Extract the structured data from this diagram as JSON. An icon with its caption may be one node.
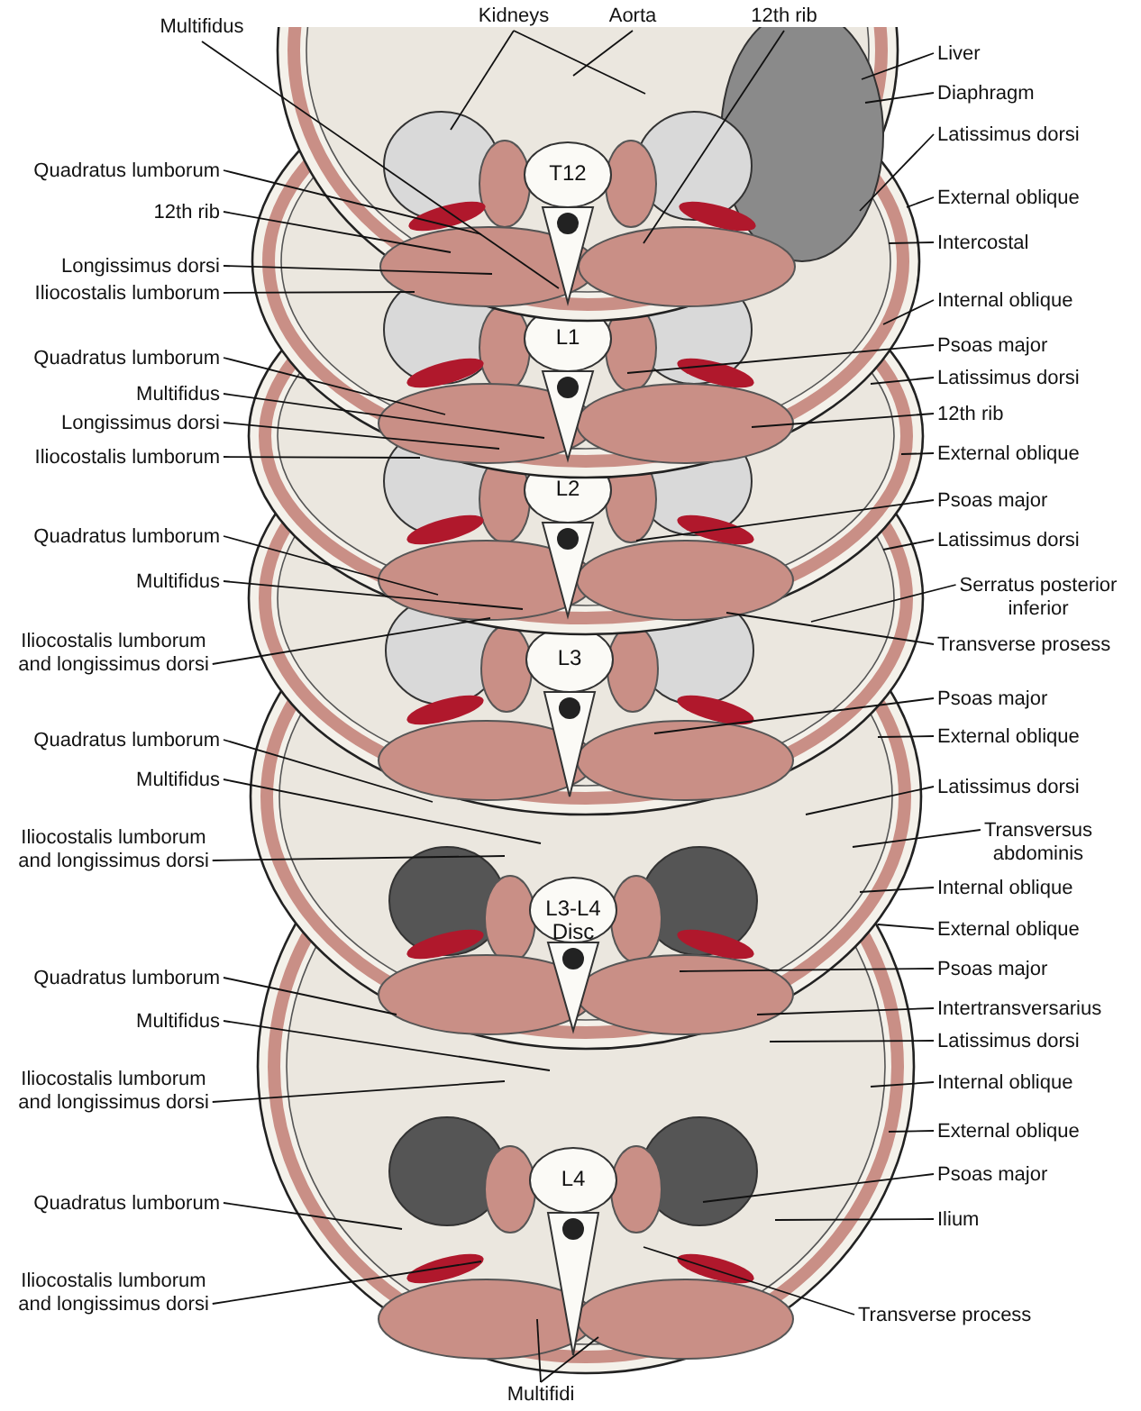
{
  "diagram": {
    "nodes": [
      {
        "text": [
          "Multifidus"
        ]
      },
      {
        "text": [
          "Kidneys"
        ]
      },
      {
        "text": [
          "Aorta"
        ]
      },
      {
        "text": [
          "12th rib"
        ]
      },
      {
        "text": [
          "Quadratus lumborum"
        ]
      },
      {
        "text": [
          "12th rib"
        ]
      },
      {
        "text": [
          "Longissimus dorsi"
        ]
      },
      {
        "text": [
          "Iliocostalis lumborum"
        ]
      },
      {
        "text": [
          "Quadratus lumborum"
        ]
      },
      {
        "text": [
          "Multifidus"
        ]
      },
      {
        "text": [
          "Longissimus dorsi"
        ]
      },
      {
        "text": [
          "Iliocostalis lumborum"
        ]
      },
      {
        "text": [
          "Quadratus lumborum"
        ]
      },
      {
        "text": [
          "Multifidus"
        ]
      },
      {
        "text": [
          "Iliocostalis lumborum and longissimus dorsi"
        ]
      },
      {
        "text": [
          "Quadratus lumborum"
        ]
      },
      {
        "text": [
          "Multifidus"
        ]
      },
      {
        "text": [
          "Iliocostalis lumborum and longissimus dorsi"
        ]
      },
      {
        "text": [
          "Quadratus lumborum"
        ]
      },
      {
        "text": [
          "Multifidus"
        ]
      },
      {
        "text": [
          "Iliocostalis lumborum and longissimus dorsi"
        ]
      },
      {
        "text": [
          "Quadratus lumborum"
        ]
      },
      {
        "text": [
          "Iliocostalis lumborum and longissimus dorsi"
        ]
      },
      {
        "text": [
          "Multifidi"
        ]
      },
      {
        "text": [
          "Liver"
        ]
      },
      {
        "text": [
          "Diaphragm"
        ]
      },
      {
        "text": [
          "Latissimus dorsi"
        ]
      },
      {
        "text": [
          "External oblique"
        ]
      },
      {
        "text": [
          "Intercostal"
        ]
      },
      {
        "text": [
          "Internal oblique"
        ]
      },
      {
        "text": [
          "Psoas major"
        ]
      },
      {
        "text": [
          "Latissimus dorsi"
        ]
      },
      {
        "text": [
          "12th rib"
        ]
      },
      {
        "text": [
          "External oblique"
        ]
      },
      {
        "text": [
          "Psoas major"
        ]
      },
      {
        "text": [
          "Latissimus dorsi"
        ]
      },
      {
        "text": [
          "Serratus posterior inferior"
        ]
      },
      {
        "text": [
          "Transverse prosess"
        ]
      },
      {
        "text": [
          "Psoas major"
        ]
      },
      {
        "text": [
          "External oblique"
        ]
      },
      {
        "text": [
          "Latissimus dorsi"
        ]
      },
      {
        "text": [
          "Transversus abdominis"
        ]
      },
      {
        "text": [
          "Internal oblique"
        ]
      },
      {
        "text": [
          "External oblique"
        ]
      },
      {
        "text": [
          "Psoas major"
        ]
      },
      {
        "text": [
          "Intertransversarius"
        ]
      },
      {
        "text": [
          "Latissimus dorsi"
        ]
      },
      {
        "text": [
          "Internal oblique"
        ]
      },
      {
        "text": [
          "External oblique"
        ]
      },
      {
        "text": [
          "Psoas major"
        ]
      },
      {
        "text": [
          "Ilium"
        ]
      },
      {
        "text": [
          "Transverse process"
        ]
      }
    ],
    "edges": [
      {
        "from": 0,
        "to": null,
        "arrow": "none"
      },
      {
        "from": 1,
        "to": null,
        "arrow": "none"
      },
      {
        "from": 1,
        "to": null,
        "arrow": "none"
      },
      {
        "from": 2,
        "to": null,
        "arrow": "none"
      },
      {
        "from": 3,
        "to": null,
        "arrow": "none"
      },
      {
        "from": 4,
        "to": null,
        "arrow": "none"
      },
      {
        "from": 5,
        "to": null,
        "arrow": "none"
      },
      {
        "from": 6,
        "to": null,
        "arrow": "none"
      },
      {
        "from": 7,
        "to": null,
        "arrow": "none"
      },
      {
        "from": 8,
        "to": null,
        "arrow": "none"
      },
      {
        "from": 9,
        "to": null,
        "arrow": "none"
      },
      {
        "from": 10,
        "to": null,
        "arrow": "none"
      },
      {
        "from": 11,
        "to": null,
        "arrow": "none"
      },
      {
        "from": 12,
        "to": null,
        "arrow": "none"
      },
      {
        "from": 13,
        "to": null,
        "arrow": "none"
      },
      {
        "from": 14,
        "to": null,
        "arrow": "none"
      },
      {
        "from": 15,
        "to": null,
        "arrow": "none"
      },
      {
        "from": 16,
        "to": null,
        "arrow": "none"
      },
      {
        "from": 17,
        "to": null,
        "arrow": "none"
      },
      {
        "from": 18,
        "to": null,
        "arrow": "none"
      },
      {
        "from": 19,
        "to": null,
        "arrow": "none"
      },
      {
        "from": 20,
        "to": null,
        "arrow": "none"
      },
      {
        "from": 21,
        "to": null,
        "arrow": "none"
      },
      {
        "from": 22,
        "to": null,
        "arrow": "none"
      },
      {
        "from": 23,
        "to": null,
        "arrow": "none"
      },
      {
        "from": 23,
        "to": null,
        "arrow": "none"
      },
      {
        "from": 24,
        "to": null,
        "arrow": "none"
      },
      {
        "from": 25,
        "to": null,
        "arrow": "none"
      },
      {
        "from": 26,
        "to": null,
        "arrow": "none"
      },
      {
        "from": 27,
        "to": null,
        "arrow": "none"
      },
      {
        "from": 28,
        "to": null,
        "arrow": "none"
      },
      {
        "from": 29,
        "to": null,
        "arrow": "none"
      },
      {
        "from": 30,
        "to": null,
        "arrow": "none"
      },
      {
        "from": 31,
        "to": null,
        "arrow": "none"
      },
      {
        "from": 32,
        "to": null,
        "arrow": "none"
      },
      {
        "from": 33,
        "to": null,
        "arrow": "none"
      },
      {
        "from": 34,
        "to": null,
        "arrow": "none"
      },
      {
        "from": 35,
        "to": null,
        "arrow": "none"
      },
      {
        "from": 36,
        "to": null,
        "arrow": "none"
      },
      {
        "from": 37,
        "to": null,
        "arrow": "none"
      },
      {
        "from": 38,
        "to": null,
        "arrow": "none"
      },
      {
        "from": 39,
        "to": null,
        "arrow": "none"
      },
      {
        "from": 40,
        "to": null,
        "arrow": "none"
      },
      {
        "from": 41,
        "to": null,
        "arrow": "none"
      },
      {
        "from": 42,
        "to": null,
        "arrow": "none"
      },
      {
        "from": 43,
        "to": null,
        "arrow": "none"
      },
      {
        "from": 44,
        "to": null,
        "arrow": "none"
      },
      {
        "from": 45,
        "to": null,
        "arrow": "none"
      },
      {
        "from": 46,
        "to": null,
        "arrow": "none"
      },
      {
        "from": 47,
        "to": null,
        "arrow": "none"
      },
      {
        "from": 48,
        "to": null,
        "arrow": "none"
      },
      {
        "from": 49,
        "to": null,
        "arrow": "none"
      },
      {
        "from": 50,
        "to": null,
        "arrow": "none"
      },
      {
        "from": 51,
        "to": null,
        "arrow": "none"
      }
    ],
    "labels": [
      "T12",
      "L1",
      "L2",
      "L3",
      "L3-L4 Disc",
      "L4"
    ]
  }
}
